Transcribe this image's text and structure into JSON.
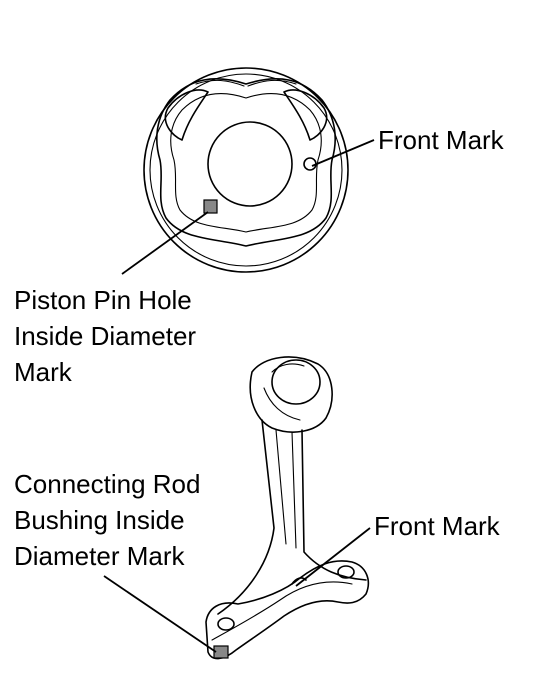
{
  "labels": {
    "piston_front_mark": "Front Mark",
    "piston_pin_hole_line1": "Piston Pin Hole",
    "piston_pin_hole_line2": "Inside Diameter",
    "piston_pin_hole_line3": "Mark",
    "rod_bushing_line1": "Connecting Rod",
    "rod_bushing_line2": "Bushing Inside",
    "rod_bushing_line3": "Diameter Mark",
    "rod_front_mark": "Front Mark"
  }
}
